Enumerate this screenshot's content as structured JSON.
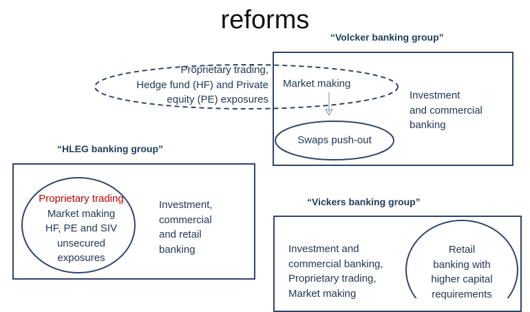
{
  "title": "reforms",
  "volcker": {
    "label": "“Volcker banking group”",
    "excluded": [
      "Proprietary trading,",
      "Hedge fund (HF) and Private",
      "equity (PE) exposures"
    ],
    "market_making": "Market making",
    "swaps": "Swaps push-out",
    "core": [
      "Investment",
      "and commercial",
      "banking"
    ]
  },
  "hleg": {
    "label": "“HLEG banking group”",
    "circle": [
      "Proprietary trading",
      "Market making",
      "HF, PE and SIV",
      "unsecured",
      "exposures"
    ],
    "core": [
      "Investment,",
      "commercial",
      "and retail",
      "banking"
    ]
  },
  "vickers": {
    "label": "“Vickers banking group”",
    "left": [
      "Investment and",
      "commercial banking,",
      "Proprietary trading,",
      "Market making"
    ],
    "circle": [
      "Retail",
      "banking with",
      "higher capital",
      "requirements"
    ]
  },
  "colors": {
    "line": "#2e4468",
    "highlight": "#c00000"
  }
}
